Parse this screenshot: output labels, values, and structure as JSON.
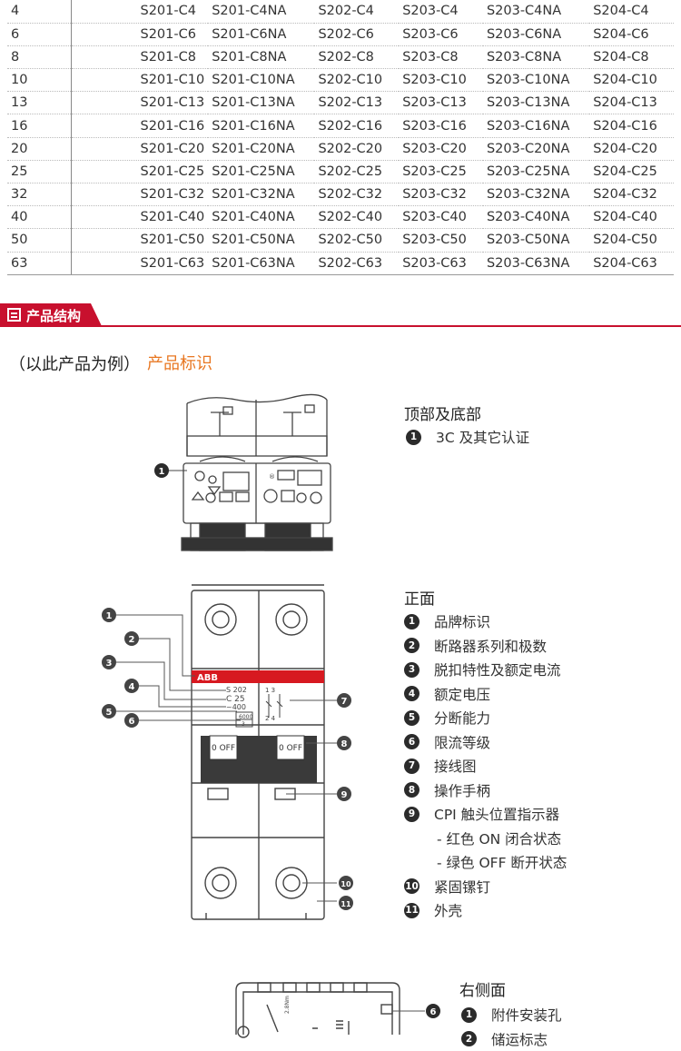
{
  "table": {
    "rows": [
      [
        "4",
        "S201-C4",
        "S201-C4NA",
        "S202-C4",
        "S203-C4",
        "S203-C4NA",
        "S204-C4"
      ],
      [
        "6",
        "S201-C6",
        "S201-C6NA",
        "S202-C6",
        "S203-C6",
        "S203-C6NA",
        "S204-C6"
      ],
      [
        "8",
        "S201-C8",
        "S201-C8NA",
        "S202-C8",
        "S203-C8",
        "S203-C8NA",
        "S204-C8"
      ],
      [
        "10",
        "S201-C10",
        "S201-C10NA",
        "S202-C10",
        "S203-C10",
        "S203-C10NA",
        "S204-C10"
      ],
      [
        "13",
        "S201-C13",
        "S201-C13NA",
        "S202-C13",
        "S203-C13",
        "S203-C13NA",
        "S204-C13"
      ],
      [
        "16",
        "S201-C16",
        "S201-C16NA",
        "S202-C16",
        "S203-C16",
        "S203-C16NA",
        "S204-C16"
      ],
      [
        "20",
        "S201-C20",
        "S201-C20NA",
        "S202-C20",
        "S203-C20",
        "S203-C20NA",
        "S204-C20"
      ],
      [
        "25",
        "S201-C25",
        "S201-C25NA",
        "S202-C25",
        "S203-C25",
        "S203-C25NA",
        "S204-C25"
      ],
      [
        "32",
        "S201-C32",
        "S201-C32NA",
        "S202-C32",
        "S203-C32",
        "S203-C32NA",
        "S204-C32"
      ],
      [
        "40",
        "S201-C40",
        "S201-C40NA",
        "S202-C40",
        "S203-C40",
        "S203-C40NA",
        "S204-C40"
      ],
      [
        "50",
        "S201-C50",
        "S201-C50NA",
        "S202-C50",
        "S203-C50",
        "S203-C50NA",
        "S204-C50"
      ],
      [
        "63",
        "S201-C63",
        "S201-C63NA",
        "S202-C63",
        "S203-C63",
        "S203-C63NA",
        "S204-C63"
      ]
    ]
  },
  "section": {
    "title": "产品结构",
    "color": "#c8102e"
  },
  "example": {
    "prefix": "（以此产品为例）",
    "highlight": "产品标识",
    "highlight_color": "#e87722"
  },
  "top_bottom": {
    "title": "顶部及底部",
    "items": [
      {
        "num": "1",
        "text": "3C 及其它认证"
      }
    ]
  },
  "front": {
    "title": "正面",
    "items": [
      {
        "num": "1",
        "text": "品牌标识"
      },
      {
        "num": "2",
        "text": "断路器系列和极数"
      },
      {
        "num": "3",
        "text": "脱扣特性及额定电流"
      },
      {
        "num": "4",
        "text": "额定电压"
      },
      {
        "num": "5",
        "text": "分断能力"
      },
      {
        "num": "6",
        "text": "限流等级"
      },
      {
        "num": "7",
        "text": "接线图"
      },
      {
        "num": "8",
        "text": "操作手柄"
      },
      {
        "num": "9",
        "text": "CPI 触头位置指示器"
      },
      {
        "num": "",
        "text": "- 红色 ON 闭合状态"
      },
      {
        "num": "",
        "text": "- 绿色 OFF 断开状态"
      },
      {
        "num": "10",
        "text": "紧固镙钉"
      },
      {
        "num": "11",
        "text": "外壳"
      }
    ]
  },
  "right_side": {
    "title": "右侧面",
    "items": [
      {
        "num": "1",
        "text": "附件安装孔"
      },
      {
        "num": "2",
        "text": "储运标志"
      }
    ]
  },
  "drawing": {
    "brand": "ABB",
    "series": "S 202",
    "rating": "C 25",
    "voltage": "~400",
    "capacity": "6000",
    "class": "3",
    "handle": "0 OFF",
    "wiring_top": "1   3",
    "wiring_bottom": "2   4",
    "side_mark": "2.8Nm",
    "callouts_front": [
      "1",
      "2",
      "3",
      "4",
      "5",
      "6",
      "7",
      "8",
      "9",
      "10",
      "11"
    ],
    "callout_top": "1",
    "callout_side": "6",
    "brand_red": "#d71920"
  }
}
